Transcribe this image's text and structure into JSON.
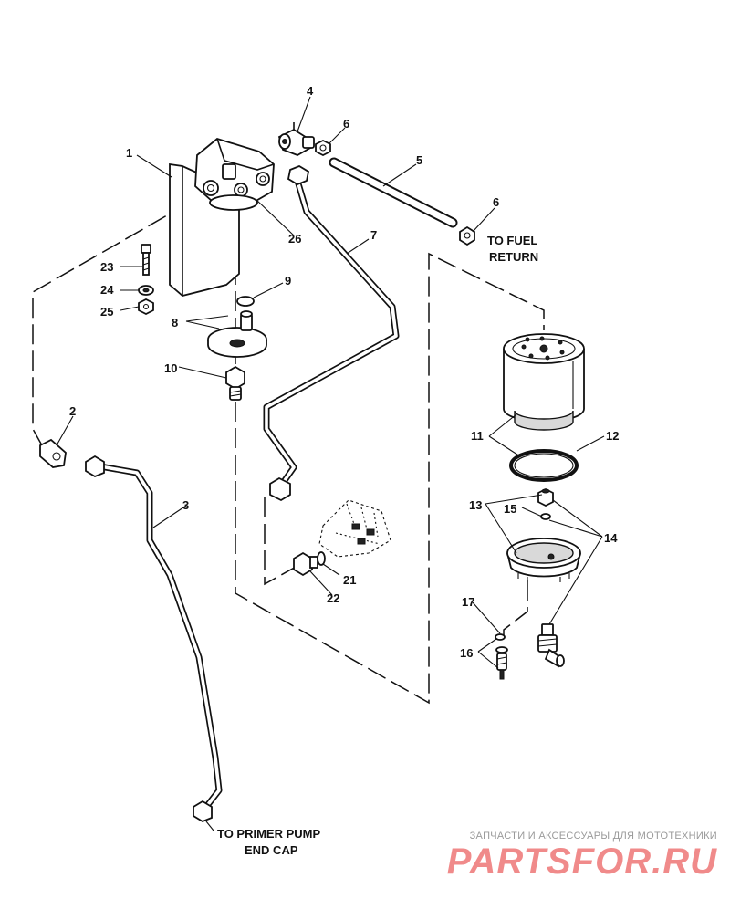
{
  "callouts": {
    "c1": "1",
    "c2": "2",
    "c3": "3",
    "c4": "4",
    "c5": "5",
    "c6a": "6",
    "c6b": "6",
    "c7": "7",
    "c8": "8",
    "c9": "9",
    "c10": "10",
    "c11": "11",
    "c12": "12",
    "c13": "13",
    "c14": "14",
    "c15": "15",
    "c16": "16",
    "c17": "17",
    "c21": "21",
    "c22": "22",
    "c23": "23",
    "c24": "24",
    "c25": "25",
    "c26": "26"
  },
  "labels": {
    "fuel_return_line1": "TO FUEL",
    "fuel_return_line2": "RETURN",
    "primer_pump_line1": "TO PRIMER PUMP",
    "primer_pump_line2": "END CAP"
  },
  "watermark": {
    "caption": "ЗАПЧАСТИ И АКСЕССУАРЫ ДЛЯ МОТОТЕХНИКИ",
    "logo": "PARTSFOR.RU",
    "logo_color": "#f08a8a"
  }
}
